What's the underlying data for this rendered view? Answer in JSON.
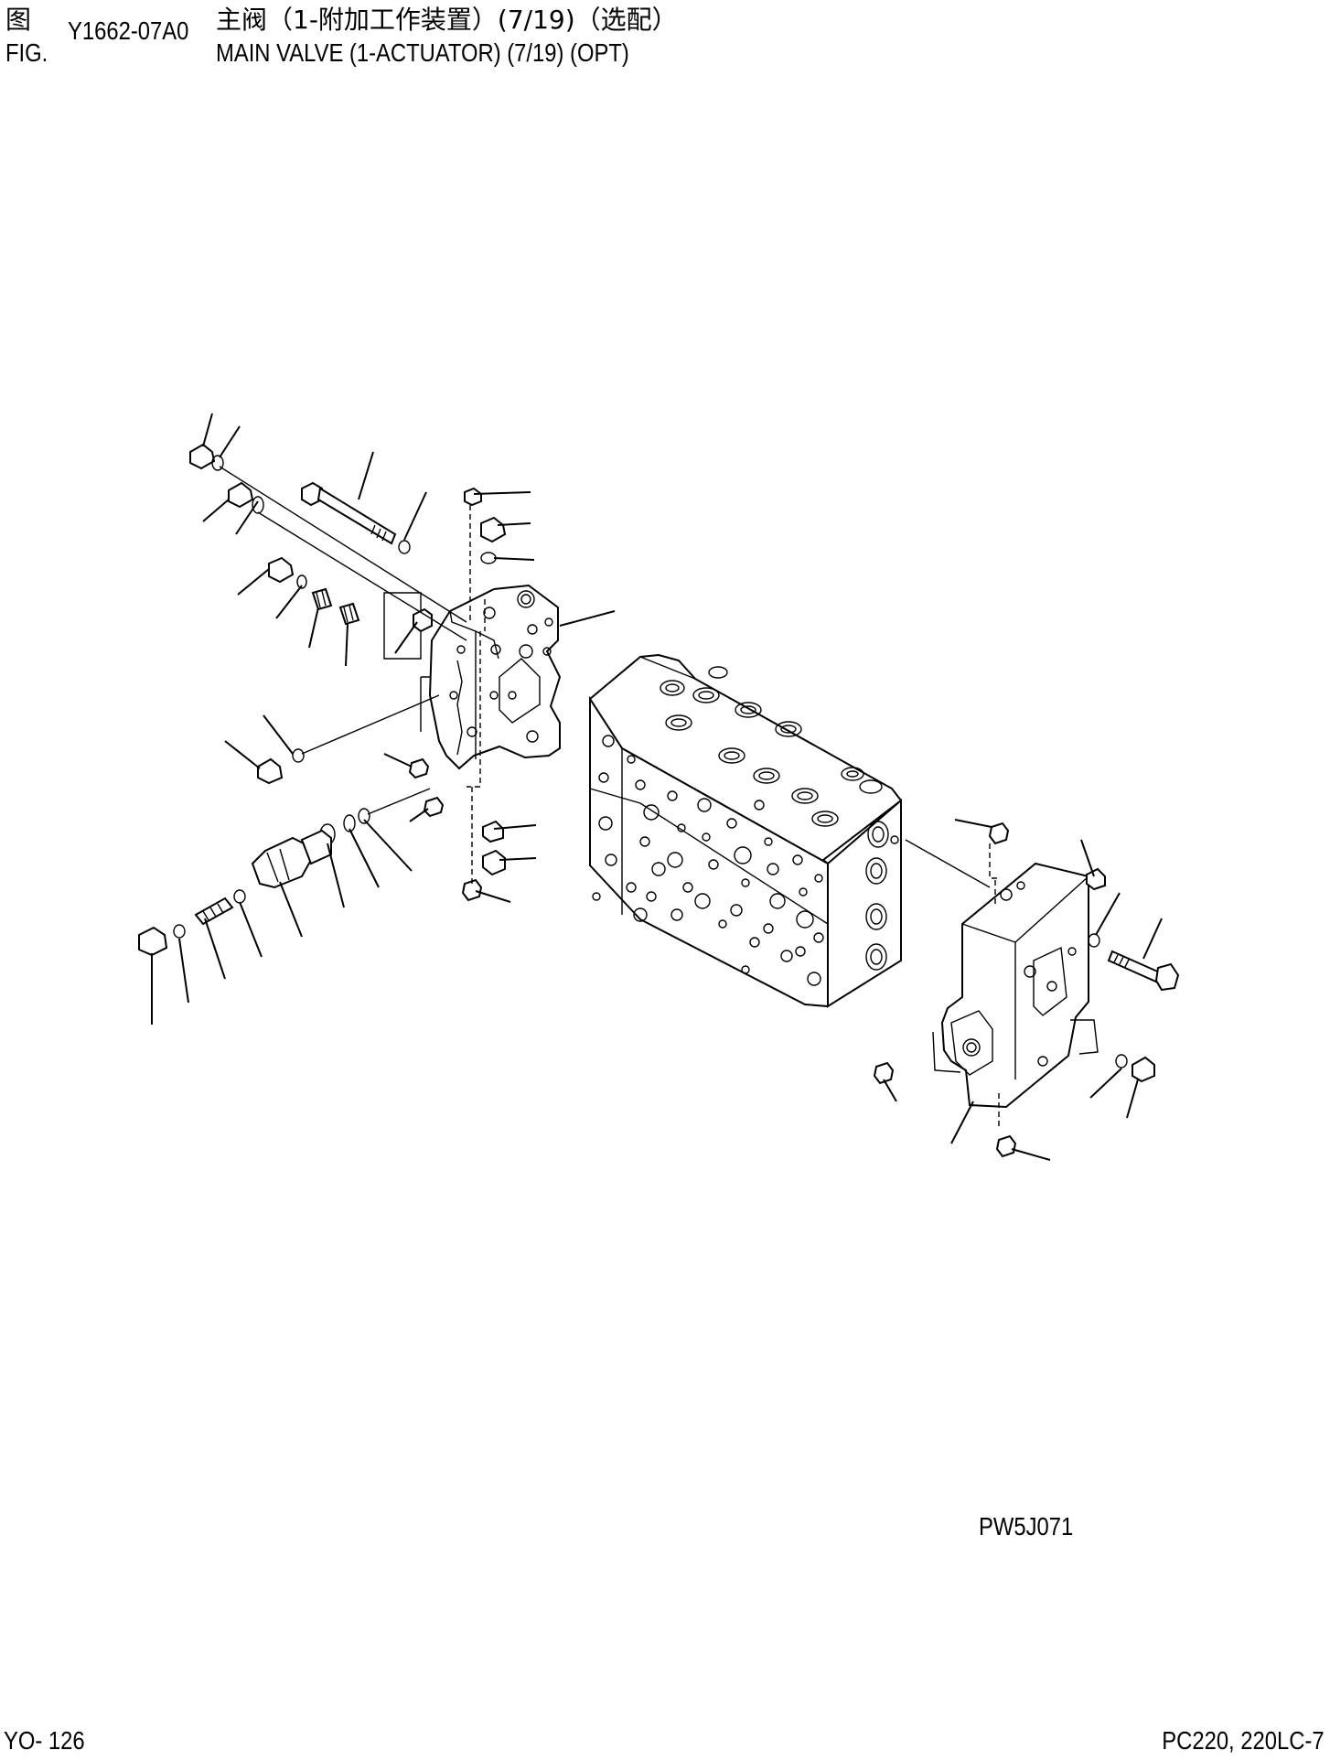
{
  "header": {
    "fig_label_cn": "图",
    "fig_label_en": "FIG.",
    "figure_number": "Y1662-07A0",
    "title_cn": "主阀（1-附加工作装置）(7/19)（选配）",
    "title_en": "MAIN VALVE (1-ACTUATOR) (7/19) (OPT)"
  },
  "illustration_code": "PW5J071",
  "footer": {
    "page_number": "YO- 126",
    "model": "PC220, 220LC-7"
  }
}
